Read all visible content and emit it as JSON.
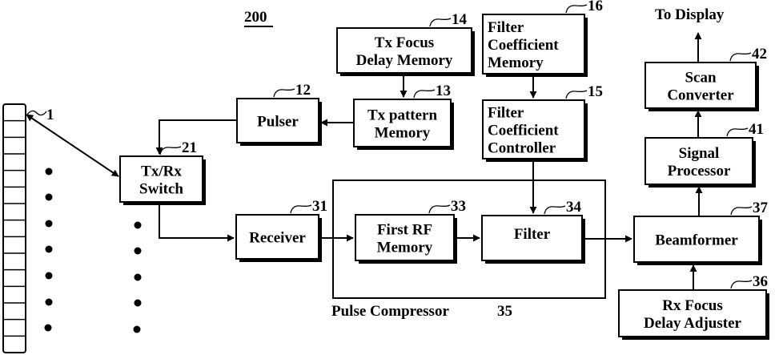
{
  "figure": {
    "label": "200",
    "output_label": "To Display",
    "group_label": "Pulse Compressor",
    "group_ref": "35"
  },
  "transducer": {
    "ref": "1",
    "element_count": 15
  },
  "blocks": {
    "tx_rx_switch": {
      "lines": [
        "Tx/Rx",
        "Switch"
      ],
      "ref": "21"
    },
    "pulser": {
      "lines": [
        "Pulser"
      ],
      "ref": "12"
    },
    "tx_pattern_memory": {
      "lines": [
        "Tx pattern",
        "Memory"
      ],
      "ref": "13"
    },
    "tx_focus_delay_memory": {
      "lines": [
        "Tx Focus",
        "Delay Memory"
      ],
      "ref": "14"
    },
    "filter_coefficient_memory": {
      "lines": [
        "Filter",
        "Coefficient",
        "Memory"
      ],
      "ref": "16"
    },
    "filter_coefficient_controller": {
      "lines": [
        "Filter",
        "Coefficient",
        "Controller"
      ],
      "ref": "15"
    },
    "receiver": {
      "lines": [
        "Receiver"
      ],
      "ref": "31"
    },
    "first_rf_memory": {
      "lines": [
        "First RF",
        "Memory"
      ],
      "ref": "33"
    },
    "filter": {
      "lines": [
        "Filter"
      ],
      "ref": "34"
    },
    "beamformer": {
      "lines": [
        "Beamformer"
      ],
      "ref": "37"
    },
    "rx_focus_delay_adjuster": {
      "lines": [
        "Rx Focus",
        "Delay Adjuster"
      ],
      "ref": "36"
    },
    "signal_processor": {
      "lines": [
        "Signal",
        "Processor"
      ],
      "ref": "41"
    },
    "scan_converter": {
      "lines": [
        "Scan",
        "Converter"
      ],
      "ref": "42"
    }
  },
  "connections": [
    {
      "from": "transducer",
      "to": "tx_rx_switch",
      "bidirectional": true
    },
    {
      "from": "pulser",
      "to": "tx_rx_switch"
    },
    {
      "from": "tx_pattern_memory",
      "to": "pulser"
    },
    {
      "from": "tx_focus_delay_memory",
      "to": "tx_pattern_memory"
    },
    {
      "from": "filter_coefficient_memory",
      "to": "filter_coefficient_controller"
    },
    {
      "from": "filter_coefficient_controller",
      "to": "filter"
    },
    {
      "from": "tx_rx_switch",
      "to": "receiver"
    },
    {
      "from": "receiver",
      "to": "first_rf_memory"
    },
    {
      "from": "first_rf_memory",
      "to": "filter"
    },
    {
      "from": "filter",
      "to": "beamformer"
    },
    {
      "from": "rx_focus_delay_adjuster",
      "to": "beamformer"
    },
    {
      "from": "beamformer",
      "to": "signal_processor"
    },
    {
      "from": "signal_processor",
      "to": "scan_converter"
    },
    {
      "from": "scan_converter",
      "to": "display"
    }
  ]
}
